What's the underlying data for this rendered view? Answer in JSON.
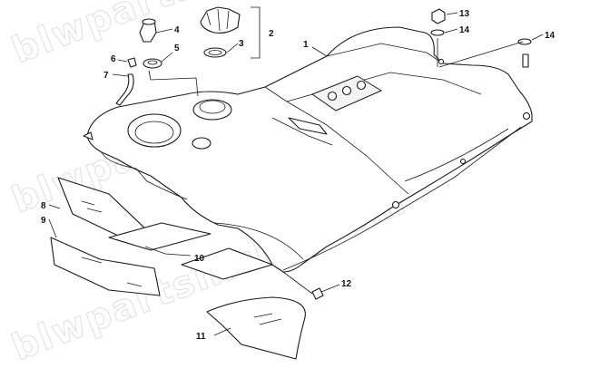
{
  "watermark": "blwpartsniche.com",
  "colors": {
    "line": "#1a1a1a",
    "background": "#ffffff",
    "watermark": "#e3e3e3"
  },
  "callouts": {
    "c1": "1",
    "c2": "2",
    "c3": "3",
    "c4": "4",
    "c5": "5",
    "c6": "6",
    "c7": "7",
    "c8": "8",
    "c9": "9",
    "c10": "10",
    "c11": "11",
    "c12": "12",
    "c13": "13",
    "c14a": "14",
    "c14b": "14"
  }
}
